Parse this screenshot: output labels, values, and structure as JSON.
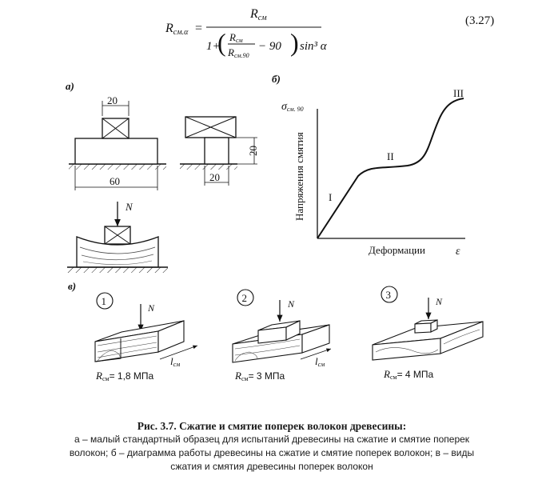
{
  "formula": {
    "lhs_main": "R",
    "lhs_sub": "см.α",
    "num_main": "R",
    "num_sub": "см",
    "den_one_plus": "1+",
    "den_frac_num_main": "R",
    "den_frac_num_sub": "см",
    "den_frac_den_main": "R",
    "den_frac_den_sub": "см.90",
    "den_minus": "− 90",
    "den_trig": "sin³ α",
    "equation_number": "(3.27)"
  },
  "panel_a": {
    "label": "а)",
    "dim_top": "20",
    "dim_bottom": "60",
    "dim_right_height": "20",
    "dim_right_width": "20",
    "load": "N"
  },
  "panel_b": {
    "label": "б)",
    "y_axis_symbol": "σ",
    "y_axis_sub": "см. 90",
    "y_axis_label": "Напряжения смятия",
    "x_axis_label": "Деформации",
    "x_axis_symbol": "ε",
    "stage_labels": [
      "I",
      "II",
      "III"
    ]
  },
  "panel_v": {
    "label": "в)",
    "items": [
      {
        "number": "1",
        "load": "N",
        "length_main": "l",
        "length_sub": "см",
        "resistance": "R",
        "resistance_sub": "см",
        "resistance_value": "= 1,8 МПа"
      },
      {
        "number": "2",
        "load": "N",
        "length_main": "l",
        "length_sub": "см",
        "resistance": "R",
        "resistance_sub": "см",
        "resistance_value": "= 3 МПа"
      },
      {
        "number": "3",
        "load": "N",
        "resistance": "R",
        "resistance_sub": "см",
        "resistance_value": "= 4 МПа"
      }
    ]
  },
  "caption": {
    "title": "Рис. 3.7. Сжатие и смятие поперек волокон древесины:",
    "line1": "а – малый стандартный образец для испытаний древесины на сжатие и смятие поперек",
    "line2": "волокон; б – диаграмма работы древесины на сжатие и смятие поперек волокон; в – виды",
    "line3": "сжатия и смятия древесины поперек волокон"
  }
}
